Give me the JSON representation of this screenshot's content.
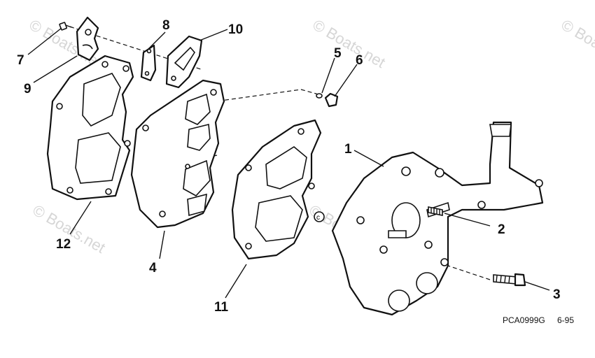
{
  "diagram": {
    "callouts": [
      {
        "id": "1",
        "text": "1"
      },
      {
        "id": "2",
        "text": "2"
      },
      {
        "id": "3",
        "text": "3"
      },
      {
        "id": "4",
        "text": "4"
      },
      {
        "id": "5",
        "text": "5"
      },
      {
        "id": "6",
        "text": "6"
      },
      {
        "id": "7",
        "text": "7"
      },
      {
        "id": "8",
        "text": "8"
      },
      {
        "id": "9",
        "text": "9"
      },
      {
        "id": "10",
        "text": "10"
      },
      {
        "id": "11",
        "text": "11"
      },
      {
        "id": "12",
        "text": "12"
      }
    ],
    "figure_code": "PCA0999G",
    "figure_date": "6-95",
    "watermark": "© Boats.net"
  }
}
